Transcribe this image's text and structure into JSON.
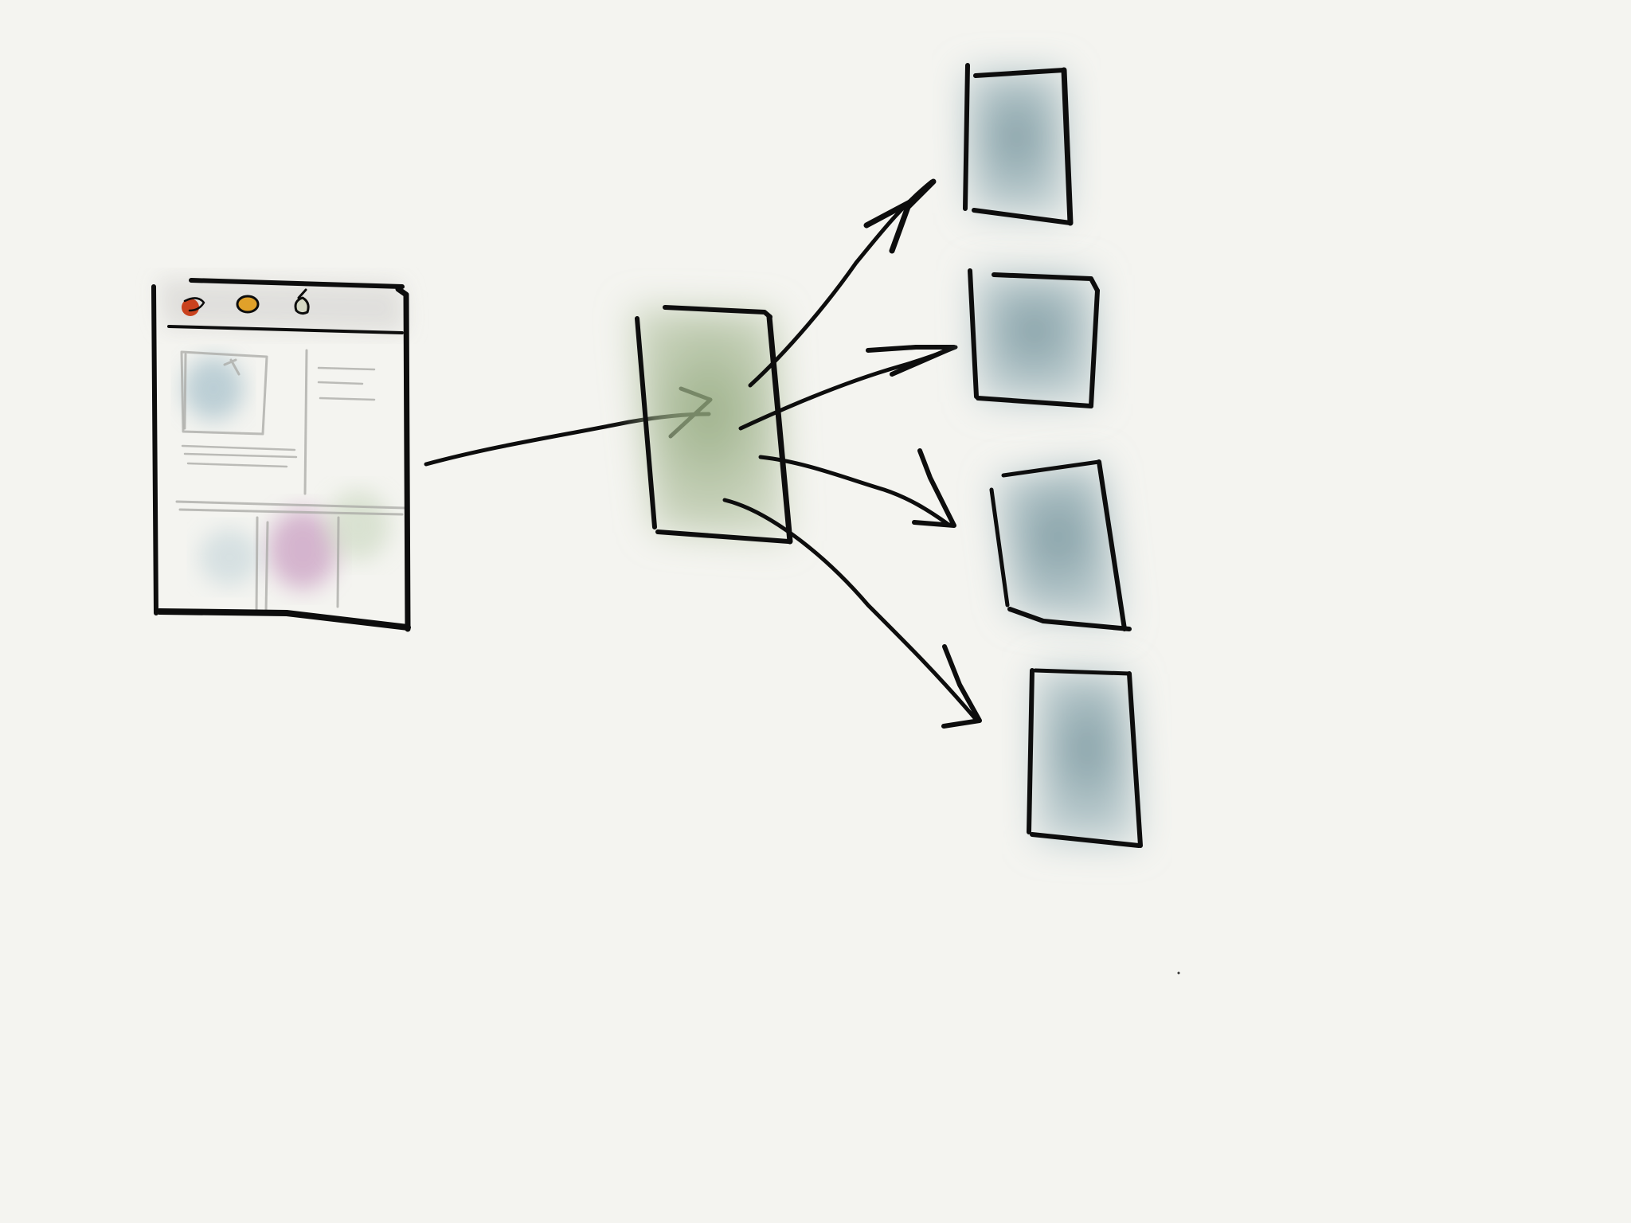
{
  "diagram": {
    "colors": {
      "paper": "#f4f4f0",
      "ink": "#0d0d0d",
      "source_titlebar": "#deddda",
      "hub_wash": "#9fb38a",
      "target_wash": "#7f9ea6",
      "traffic_light_red": "#c9421e",
      "traffic_light_amber": "#e0a12a",
      "traffic_light_green": "#9aa07a",
      "thumbnail_blue": "#a9c2cc",
      "thumbnail_pink": "#c79ac0",
      "thumbnail_green": "#c8d6bd"
    },
    "nodes": [
      {
        "id": "source-window",
        "kind": "app-window-sketch"
      },
      {
        "id": "hub",
        "kind": "box",
        "fill": "green-wash"
      },
      {
        "id": "target-1",
        "kind": "box",
        "fill": "blue-wash"
      },
      {
        "id": "target-2",
        "kind": "box",
        "fill": "blue-wash"
      },
      {
        "id": "target-3",
        "kind": "box",
        "fill": "blue-wash"
      },
      {
        "id": "target-4",
        "kind": "box",
        "fill": "blue-wash"
      }
    ],
    "edges": [
      {
        "from": "source-window",
        "to": "hub"
      },
      {
        "from": "hub",
        "to": "target-1"
      },
      {
        "from": "hub",
        "to": "target-2"
      },
      {
        "from": "hub",
        "to": "target-3"
      },
      {
        "from": "hub",
        "to": "target-4"
      }
    ]
  }
}
